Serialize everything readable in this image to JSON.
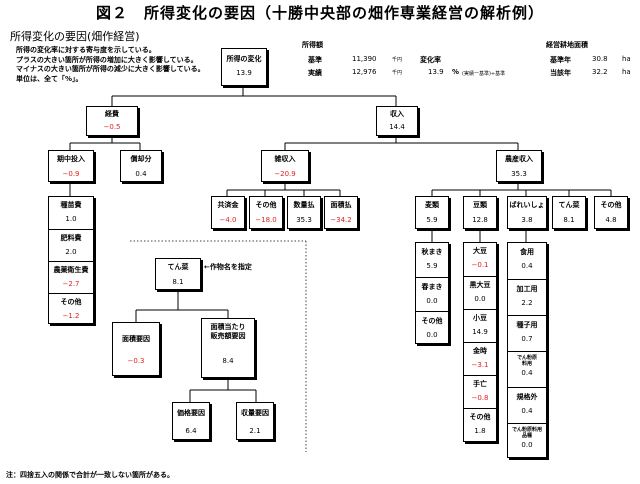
{
  "title": "図２　所得変化の要因（十勝中央部の畑作専業経営の解析例）",
  "subtitle": "所得変化の要因(畑作経営)",
  "description": [
    "所得の変化率に対する寄与度を示している。",
    "プラスの大きい箇所が所得の増加に大きく影響している。",
    "マイナスの大きい箇所が所得の減少に大きく影響している。",
    "単位は、全て「%」。"
  ],
  "income": {
    "header": "所得額",
    "base_label": "基準",
    "base_value": "11,390",
    "base_unit": "千円",
    "actual_label": "実績",
    "actual_value": "12,976",
    "actual_unit": "千円",
    "rate_label": "変化率",
    "rate_value": "13.9",
    "rate_unit": "%",
    "rate_formula": "(実績ー基準)÷基準"
  },
  "area": {
    "header": "経営耕地面積",
    "base_label": "基準年",
    "base_value": "30.8",
    "base_unit": "ha",
    "current_label": "当該年",
    "current_value": "32.2",
    "current_unit": "ha"
  },
  "nodes": {
    "total": {
      "label": "所得の変化",
      "value": "13.9"
    },
    "cost": {
      "label": "経費",
      "value": "−0.5"
    },
    "revenue": {
      "label": "収入",
      "value": "14.4"
    },
    "period_input": {
      "label": "期中投入",
      "value": "−0.9"
    },
    "depreciation": {
      "label": "償却分",
      "value": "0.4"
    },
    "gross_rev": {
      "label": "雑収入",
      "value": "−20.9"
    },
    "farm_rev": {
      "label": "農産収入",
      "value": "35.3"
    },
    "mutual": {
      "label": "共済金",
      "value": "−4.0"
    },
    "other_rev": {
      "label": "その他",
      "value": "−18.0"
    },
    "qty_pay": {
      "label": "数量払",
      "value": "35.3"
    },
    "area_pay": {
      "label": "面積払",
      "value": "−34.2"
    },
    "wheat": {
      "label": "麦類",
      "value": "5.9"
    },
    "beans": {
      "label": "豆類",
      "value": "12.8"
    },
    "potato": {
      "label": "ばれいしょ",
      "value": "3.8"
    },
    "sugar_beet": {
      "label": "てん菜",
      "value": "8.1"
    },
    "others_crop": {
      "label": "その他",
      "value": "4.8"
    },
    "ex_beet": {
      "label": "てん菜",
      "value": "8.1"
    },
    "ex_area": {
      "label": "面積要因",
      "value": "−0.3"
    },
    "ex_unit": {
      "label1": "面積当たり",
      "label2": "販売額要因",
      "value": "8.4"
    },
    "ex_price": {
      "label": "価格要因",
      "value": "6.4"
    },
    "ex_yield": {
      "label": "収量要因",
      "value": "2.1"
    }
  },
  "crop_note": "←作物名を指定",
  "period_items": [
    {
      "label": "種苗費",
      "value": "1.0"
    },
    {
      "label": "肥料費",
      "value": "2.0"
    },
    {
      "label": "農薬衛生費",
      "value": "−2.7"
    },
    {
      "label": "その他",
      "value": "−1.2"
    }
  ],
  "wheat_items": [
    {
      "label": "秋まき",
      "value": "5.9"
    },
    {
      "label": "春まき",
      "value": "0.0"
    },
    {
      "label": "その他",
      "value": "0.0"
    }
  ],
  "bean_items": [
    {
      "label": "大豆",
      "value": "−0.1"
    },
    {
      "label": "黒大豆",
      "value": "0.0"
    },
    {
      "label": "小豆",
      "value": "14.9"
    },
    {
      "label": "金時",
      "value": "−3.1"
    },
    {
      "label": "手亡",
      "value": "−0.8"
    },
    {
      "label": "その他",
      "value": "1.8"
    }
  ],
  "potato_items": [
    {
      "label": "食用",
      "value": "0.4"
    },
    {
      "label": "加工用",
      "value": "2.2"
    },
    {
      "label": "種子用",
      "value": "0.7"
    },
    {
      "label": "でん粉原料用",
      "value": "0.4"
    },
    {
      "label": "規格外",
      "value": "0.4"
    },
    {
      "label": "でん粉原料用品種",
      "value": "0.0"
    }
  ],
  "footnote": "注：四捨五入の関係で合計が一致しない箇所がある。"
}
